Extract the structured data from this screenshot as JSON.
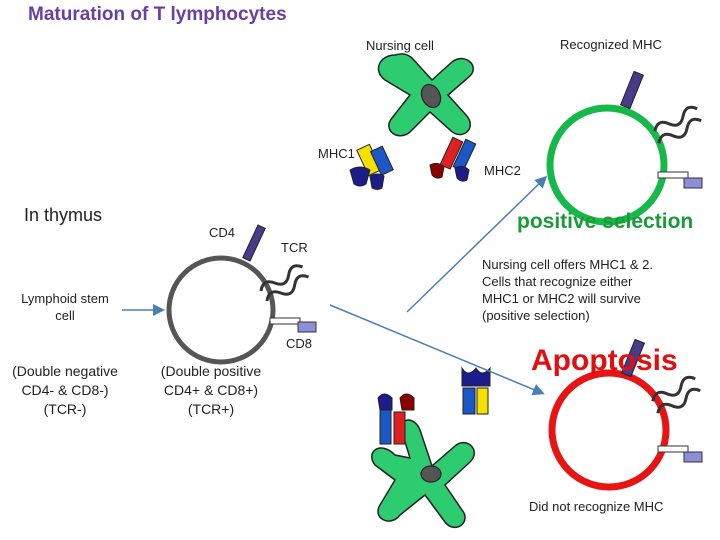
{
  "title": "Maturation of T lymphocytes",
  "labels": {
    "nursing_cell": "Nursing cell",
    "recognized_mhc": "Recognized MHC",
    "mhc1": "MHC1",
    "mhc2": "MHC2",
    "in_thymus": "In thymus",
    "cd4": "CD4",
    "tcr": "TCR",
    "cd8": "CD8",
    "positive_selection": "positive selection",
    "lymphoid_stem_cell": [
      "Lymphoid stem",
      "cell"
    ],
    "double_negative": [
      "(Double negative",
      "CD4- & CD8-)",
      "(TCR-)"
    ],
    "double_positive": [
      "(Double positive",
      "CD4+ & CD8+)",
      "(TCR+)"
    ],
    "explanation": [
      "Nursing cell offers MHC1 & 2.",
      "Cells that recognize either",
      "MHC1 or MHC2  will survive",
      "(positive selection)"
    ],
    "apoptosis": "Apoptosis",
    "did_not_recognize": "Did not recognize MHC"
  },
  "colors": {
    "title": "#6b3fa0",
    "nursing_cell": "#2ecc71",
    "survive_cell": "#16b84a",
    "apoptosis_cell": "#e81414",
    "thymocyte": "#555555",
    "arrow": "#4a7fb5"
  }
}
